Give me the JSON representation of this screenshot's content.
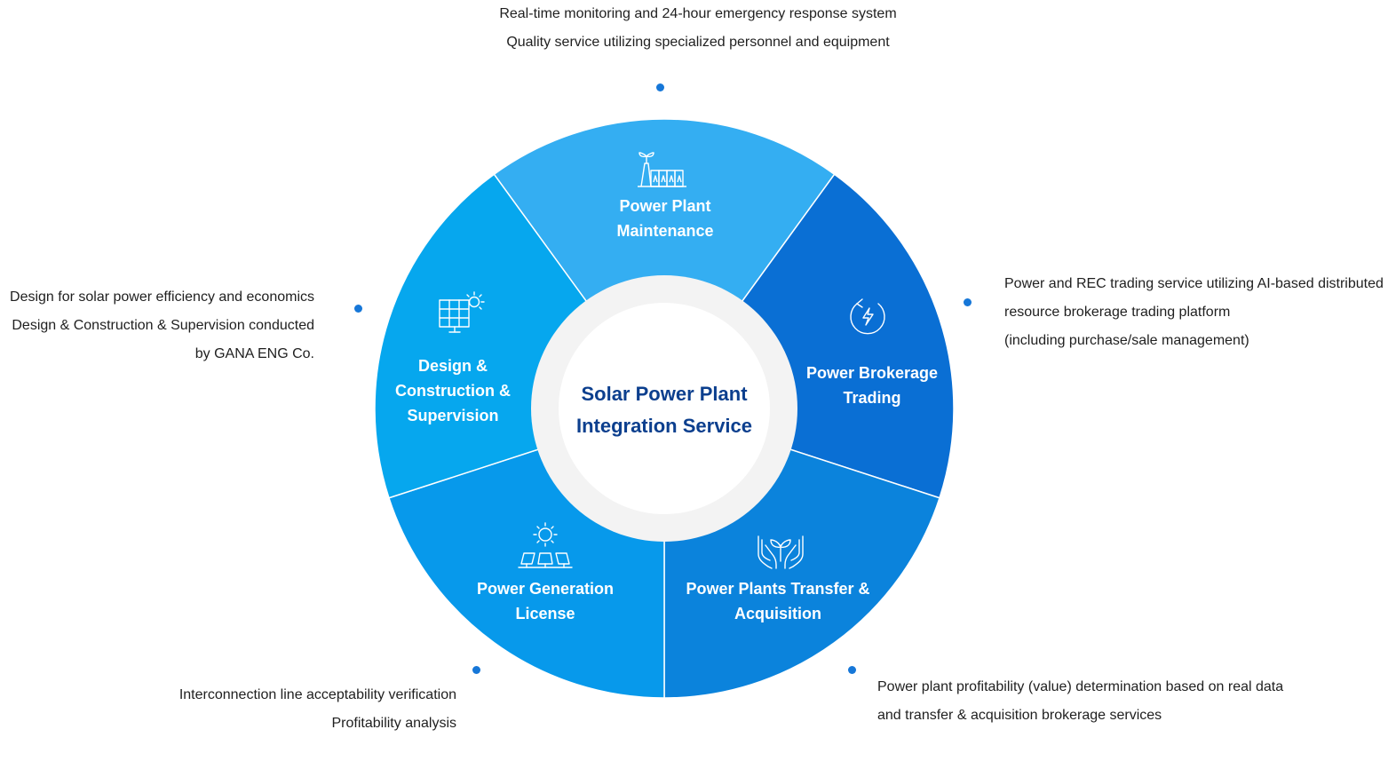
{
  "center": {
    "line1": "Solar Power Plant",
    "line2": "Integration Service"
  },
  "colors": {
    "maintenance": "#34AEF2",
    "brokerage": "#0A6FD4",
    "transfer": "#0B83DC",
    "license": "#0799EB",
    "design": "#06A7EE",
    "center_text": "#0C3F8E",
    "dot": "#1677D8",
    "inner_ring": "#F3F3F3"
  },
  "segments": [
    {
      "id": "maintenance",
      "icon": "power-plant-icon",
      "lines": [
        "Power Plant",
        "Maintenance"
      ]
    },
    {
      "id": "brokerage",
      "icon": "lightning-cycle-icon",
      "lines": [
        "Power Brokerage",
        "Trading"
      ]
    },
    {
      "id": "transfer",
      "icon": "hands-sprout-icon",
      "lines": [
        "Power Plants Transfer &",
        "Acquisition"
      ]
    },
    {
      "id": "license",
      "icon": "sun-solar-panels-icon",
      "lines": [
        "Power Generation",
        "License"
      ]
    },
    {
      "id": "design",
      "icon": "solar-panel-sun-icon",
      "lines": [
        "Design &",
        "Construction &",
        "Supervision"
      ]
    }
  ],
  "descriptions": {
    "top": [
      "Real-time monitoring and 24-hour emergency response system",
      "Quality service utilizing specialized personnel and equipment"
    ],
    "right": [
      "Power and REC trading service utilizing AI-based distributed",
      "resource brokerage trading platform",
      "(including purchase/sale management)"
    ],
    "left": [
      "Design for solar power efficiency and economics",
      "Design & Construction & Supervision conducted",
      "by GANA ENG Co."
    ],
    "bottom_left": [
      "Interconnection line acceptability verification",
      "Profitability analysis"
    ],
    "bottom_right": [
      "Power plant profitability (value) determination based on real data",
      "and transfer & acquisition brokerage services"
    ]
  }
}
